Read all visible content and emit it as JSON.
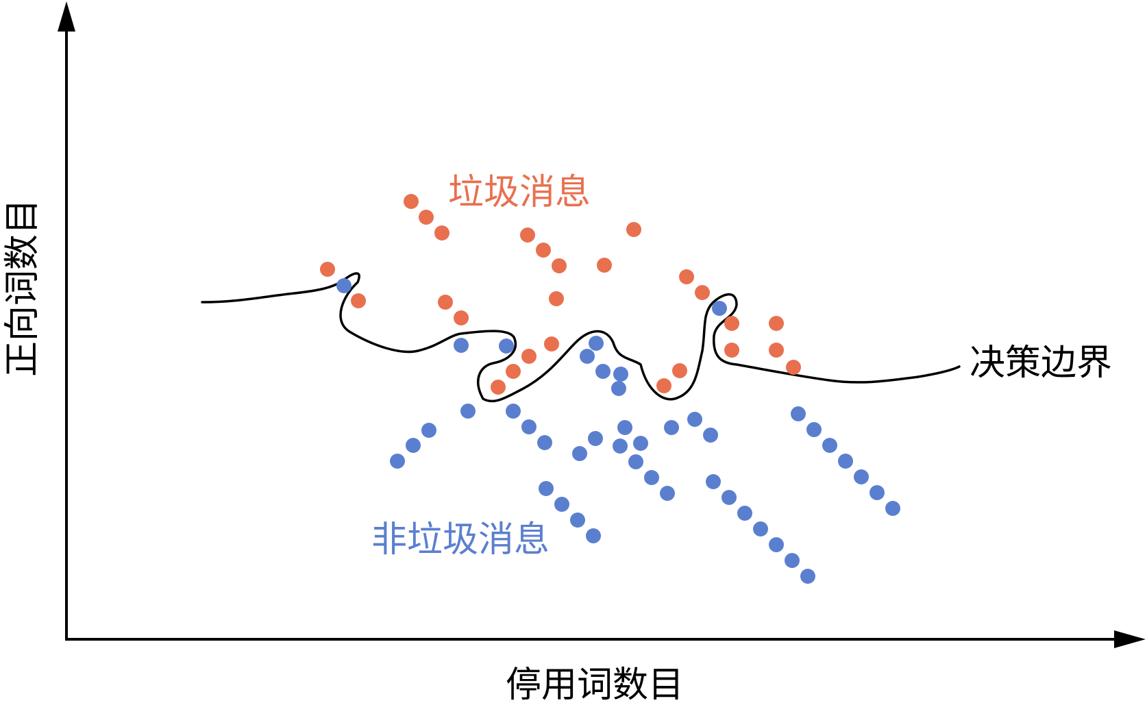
{
  "axes": {
    "x_label": "停用词数目",
    "y_label": "正向词数目"
  },
  "classes": {
    "spam": {
      "label": "垃圾消息",
      "color": "#e8704f"
    },
    "ham": {
      "label": "非垃圾消息",
      "color": "#5b7fcf"
    }
  },
  "boundary": {
    "label": "决策边界",
    "color": "#000000"
  }
}
